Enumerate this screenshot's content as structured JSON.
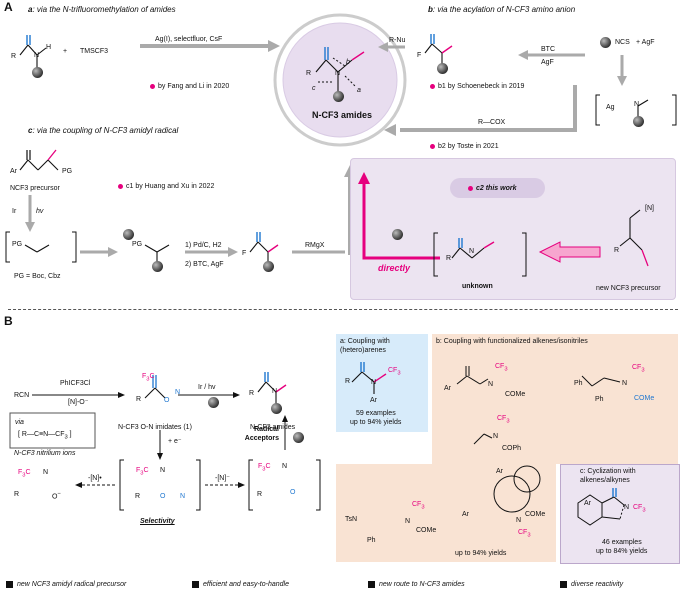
{
  "partA": {
    "label": "A",
    "a_title_prefix": "a",
    "a_title": ": via the N-trifluoromethylation of amides",
    "b_title_prefix": "b",
    "b_title": ": via the acylation of N-CF3 amino anion",
    "c_title_prefix": "c",
    "c_title": ": via the coupling of N-CF3 amidyl radical",
    "reagent_tms": "TMSCF3",
    "cond_a": "Ag(I), selectfluor, CsF",
    "ref_a": "by Fang and Li in 2020",
    "rnu": "R-Nu",
    "btc": "BTC",
    "agf": "AgF",
    "ncs": "NCS",
    "agf2": "+ AgF",
    "ref_b1": "b1 by Schoenebeck in 2019",
    "rcox": "R—COX",
    "ref_b2": "b2 by Toste in 2021",
    "center_label": "N-CF3 amides",
    "precursor_label": "NCF3 precursor",
    "ref_c1": "c1 by Huang and Xu in 2022",
    "ir": "Ir",
    "hv": "hv",
    "pg_note": "PG = Boc, Cbz",
    "step1": "1) Pd/C, H2",
    "step2": "2) BTC, AgF",
    "rmgx": "RMgX",
    "c2": "c2 this work",
    "directly": "directly",
    "unknown": "unknown",
    "new_precursor": "new NCF3 precursor"
  },
  "partB": {
    "label": "B",
    "rcn": "RCN",
    "phicf3cl": "PhICF3Cl",
    "n_o": "[N]-O⁻",
    "via": "via",
    "nitrilium": "N-CF3 nitrilium ions",
    "imidates": "N-CF3 O-N imidates (1)",
    "ir_hv": "Ir / hv",
    "amides": "N-CF3 amides",
    "e_minus": "+ e⁻",
    "minus_n_radical": "-[N]•",
    "minus_n_anion": "-[N]⁻",
    "selectivity": "Selectivity",
    "radical_acceptors": "Radical Acceptors",
    "box_a_title": "a: Coupling with (hetero)arenes",
    "box_a_examples": "59 examples",
    "box_a_yield": "up to 94% yields",
    "box_b_title": "b: Coupling with functionalized alkenes/isonitriles",
    "box_b_yield": "up to 94% yields",
    "box_c_title": "c: Cyclization with alkenes/alkynes",
    "box_c_examples": "46 examples",
    "box_c_yield": "up to 84% yields",
    "footer": [
      "new NCF3 amidyl radical precursor",
      "efficient and easy-to-handle",
      "new route to N-CF3 amides",
      "diverse reactivity"
    ]
  },
  "colors": {
    "pink": "#e6007e",
    "blue": "#1f77d0",
    "lavender": "#ece4f1",
    "peach": "#f9e3d3",
    "lightblue": "#d7ebfa"
  }
}
